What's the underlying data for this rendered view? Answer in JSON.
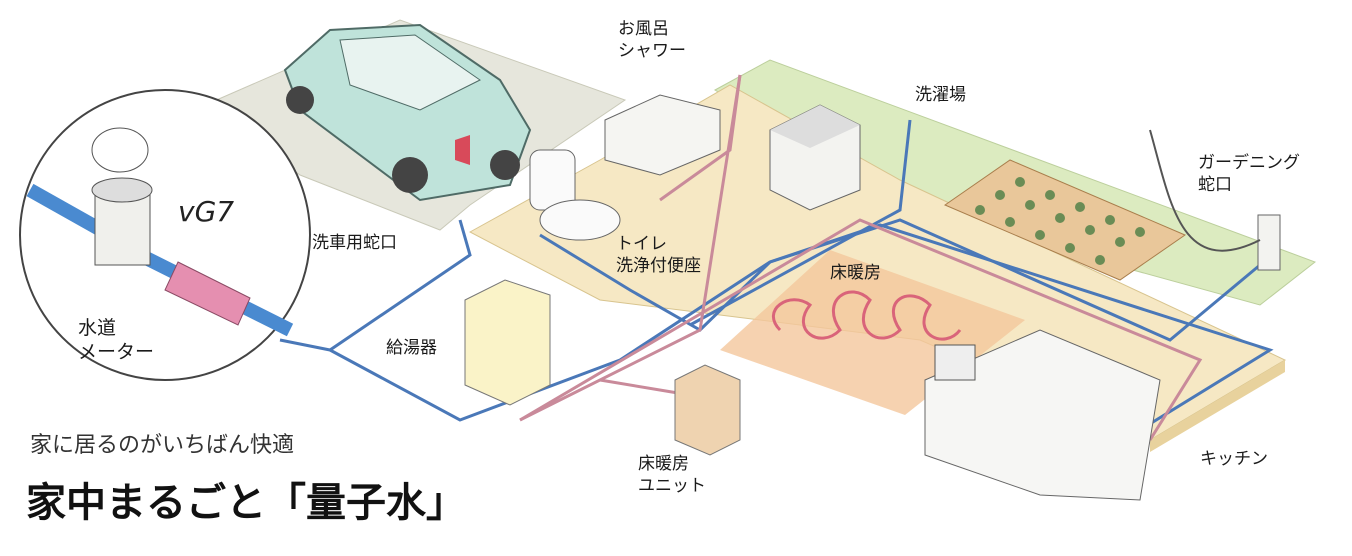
{
  "labels": {
    "bath_shower": [
      "お風呂",
      "シャワー"
    ],
    "laundry": "洗濯場",
    "garden_faucet": [
      "ガーデニング",
      "蛇口"
    ],
    "car_wash_faucet": "洗車用蛇口",
    "toilet": [
      "トイレ",
      "洗浄付便座"
    ],
    "floor_heating": "床暖房",
    "water_heater": "給湯器",
    "water_meter": [
      "水道",
      "メーター"
    ],
    "device": "vG7",
    "floor_heating_unit": [
      "床暖房",
      "ユニット"
    ],
    "kitchen": "キッチン"
  },
  "headline": {
    "sub": "家に居るのがいちばん快適",
    "main": "家中まるごと「量子水」"
  },
  "colors": {
    "pipe_cold": "#4a78b8",
    "pipe_hot": "#c98a9a",
    "floor": "#f6e8c4",
    "garden": "#dcebc0",
    "parking": "#e6e6dc",
    "heating": "#f2b98a",
    "car": "#bfe3da"
  }
}
